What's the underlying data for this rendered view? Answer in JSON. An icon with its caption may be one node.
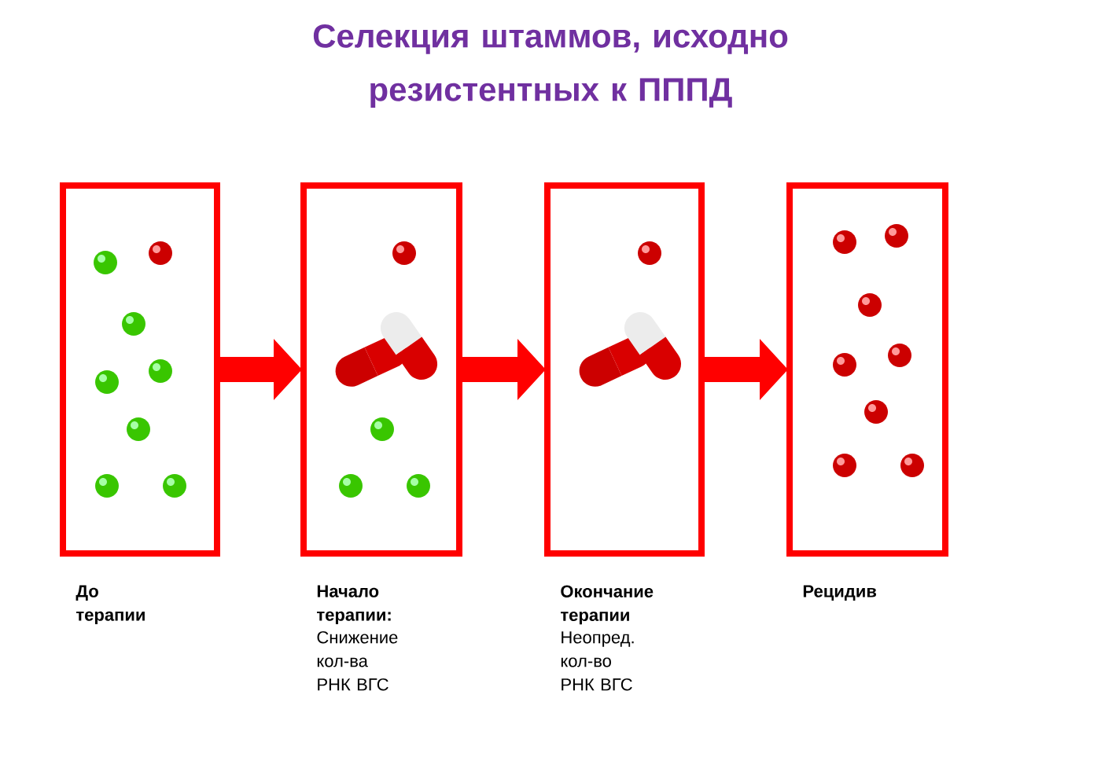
{
  "diagram": {
    "title": "Селекция штаммов, исходно резистентных к ПППД",
    "nodes": [
      {
        "text": [],
        "shape": "box",
        "beside": [
          "До терапии"
        ]
      },
      {
        "text": [],
        "shape": "box",
        "beside": [
          "Начало терапии:",
          "Снижение кол-ва РНК ВГС"
        ]
      },
      {
        "text": [],
        "shape": "box",
        "beside": [
          "Окончание терапии",
          "Неопред. кол-во РНК ВГС"
        ]
      },
      {
        "text": [],
        "shape": "box",
        "beside": [
          "Рецидив"
        ]
      }
    ],
    "edges": [
      {
        "from": 0,
        "to": 1,
        "arrow": "to"
      },
      {
        "from": 1,
        "to": 2,
        "arrow": "to"
      },
      {
        "from": 2,
        "to": 3,
        "arrow": "to"
      }
    ]
  }
}
